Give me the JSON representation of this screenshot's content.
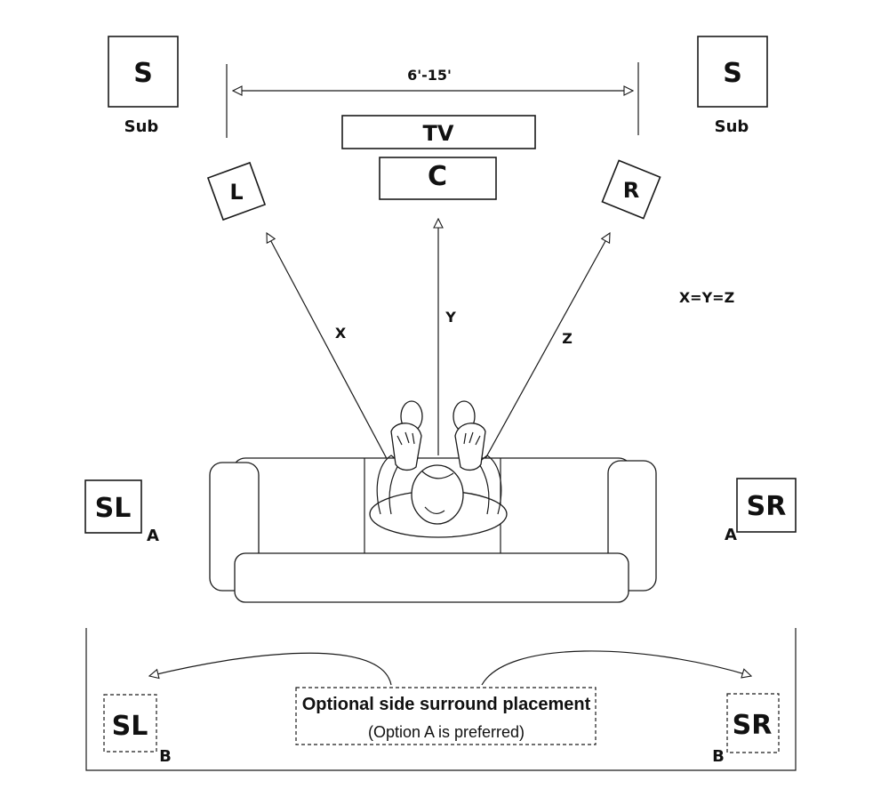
{
  "speakers": {
    "sub_left": {
      "letter": "S",
      "caption": "Sub"
    },
    "sub_right": {
      "letter": "S",
      "caption": "Sub"
    },
    "tv": "TV",
    "center": "C",
    "left": "L",
    "right": "R",
    "surround_left_a": {
      "label": "SL",
      "option": "A"
    },
    "surround_right_a": {
      "label": "SR",
      "option": "A"
    },
    "surround_left_b": {
      "label": "SL",
      "option": "B"
    },
    "surround_right_b": {
      "label": "SR",
      "option": "B"
    }
  },
  "distance": {
    "span_label": "6'-15'"
  },
  "lines": {
    "x_label": "X",
    "y_label": "Y",
    "z_label": "Z",
    "equality": "X=Y=Z"
  },
  "note": {
    "title": "Optional side surround placement",
    "subtitle": "(Option A is preferred)"
  }
}
